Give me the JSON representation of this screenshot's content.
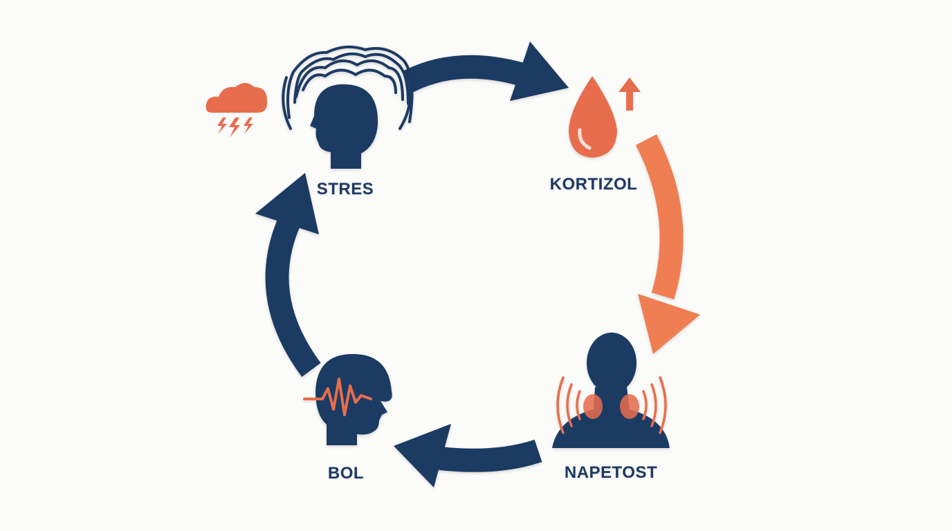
{
  "colors": {
    "navy": "#1e3a64",
    "orange": "#e86d4d",
    "orange_arrow": "#ef7f52",
    "background": "#fbfbfa"
  },
  "nodes": {
    "stres": {
      "label": "STRES",
      "icons": [
        "storm-cloud-icon",
        "stressed-head-icon"
      ]
    },
    "kortizol": {
      "label": "KORTIZOL",
      "icons": [
        "blood-drop-icon",
        "arrow-up-icon"
      ]
    },
    "napetost": {
      "label": "NAPETOST",
      "icons": [
        "neck-tension-icon"
      ]
    },
    "bol": {
      "label": "BOL",
      "icons": [
        "head-pain-pulse-icon"
      ]
    }
  },
  "cycle": [
    {
      "from": "stres",
      "to": "kortizol",
      "color": "navy"
    },
    {
      "from": "kortizol",
      "to": "napetost",
      "color": "orange"
    },
    {
      "from": "napetost",
      "to": "bol",
      "color": "navy"
    },
    {
      "from": "bol",
      "to": "stres",
      "color": "navy"
    }
  ]
}
